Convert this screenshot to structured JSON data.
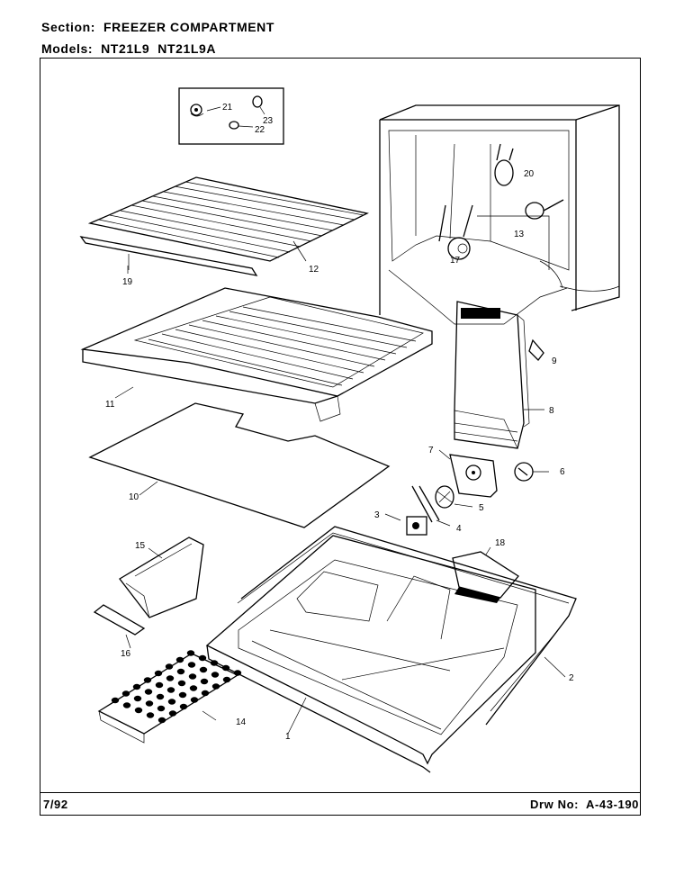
{
  "header": {
    "section_label": "Section:",
    "section_value": "FREEZER COMPARTMENT",
    "models_label": "Models:",
    "models_value": "NT21L9  NT21L9A"
  },
  "footer": {
    "date": "7/92",
    "drawing_label": "Drw No:",
    "drawing_number": "A-43-190"
  },
  "callouts": [
    "21",
    "23",
    "22",
    "20",
    "13",
    "17",
    "12",
    "19",
    "11",
    "9",
    "8",
    "7",
    "6",
    "10",
    "5",
    "4",
    "3",
    "18",
    "15",
    "16",
    "2",
    "1",
    "14"
  ]
}
